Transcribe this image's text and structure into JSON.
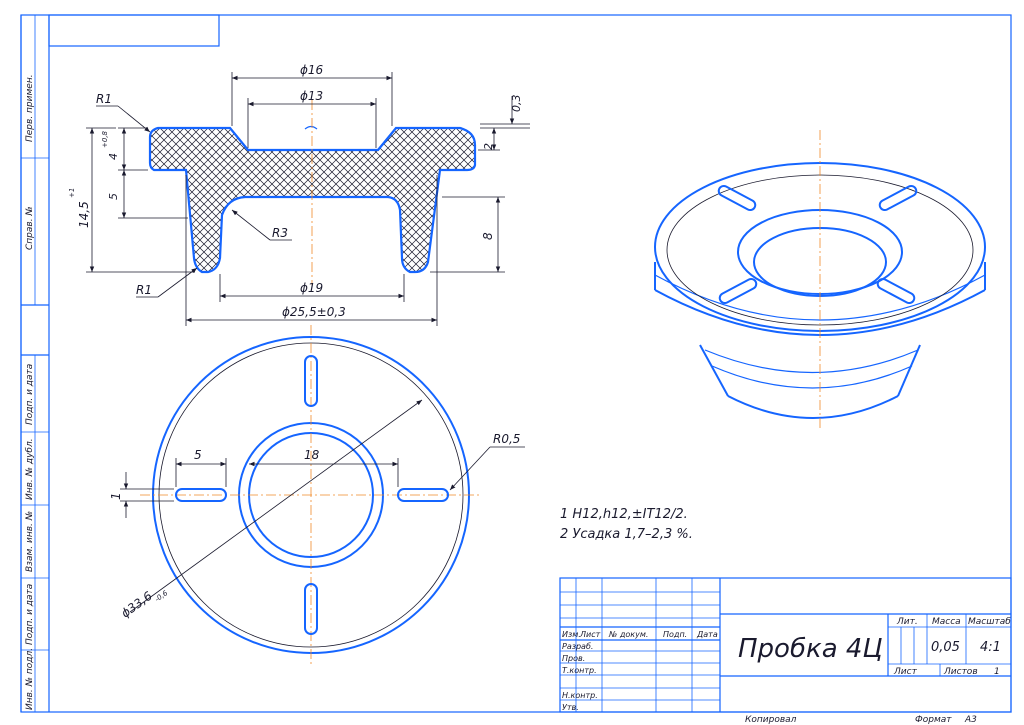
{
  "colors": {
    "outline": "#1565ff",
    "ink": "#1a1a2e",
    "centerline": "#f08a2a",
    "hatch": "#1a1a2e"
  },
  "stamp": {
    "title": "Пробка 4Ц",
    "lit_header": "Лит.",
    "mass_header": "Масса",
    "scale_header": "Масштаб",
    "mass_value": "0,05",
    "scale_value": "4:1",
    "sheet_label": "Лист",
    "sheets_label": "Листов",
    "sheets_value": "1",
    "col_izm": "Изм.",
    "col_list": "Лист",
    "col_doc": "№ докум.",
    "col_sign": "Подп.",
    "col_date": "Дата",
    "row_razrab": "Разраб.",
    "row_prov": "Пров.",
    "row_tkontr": "Т.контр.",
    "row_nkontr": "Н.контр.",
    "row_utv": "Утв.",
    "copied": "Копировал",
    "format_label": "Формат",
    "format_value": "A3"
  },
  "side_strip": {
    "perv_primen": "Перв. примен.",
    "sprav_no": "Справ. №",
    "podp_data_1": "Подп. и дата",
    "inv_dubl": "Инв. № дубл.",
    "vzam_inv": "Взам. инв. №",
    "podp_data_2": "Подп. и дата",
    "inv_podl": "Инв. № подл."
  },
  "notes": [
    "1 H12,h12,±IT12/2.",
    "2 Усадка 1,7–2,3 %."
  ],
  "section_dims": {
    "d16": "ϕ16",
    "d13": "ϕ13",
    "d19": "ϕ19",
    "d25": "ϕ25,5±0,3",
    "r1_top": "R1",
    "r1_bottom": "R1",
    "r3": "R3",
    "h03": "0,3",
    "h2": "2",
    "h4": "4",
    "h4_tol": "+0,8",
    "h5": "5",
    "h145": "14,5",
    "h145_tol": "+1",
    "h8": "8"
  },
  "plan_dims": {
    "d5": "5",
    "d18": "18",
    "d1": "1",
    "r05": "R0,5",
    "d336": "ϕ33,6",
    "d336_tol": "-0,6"
  }
}
